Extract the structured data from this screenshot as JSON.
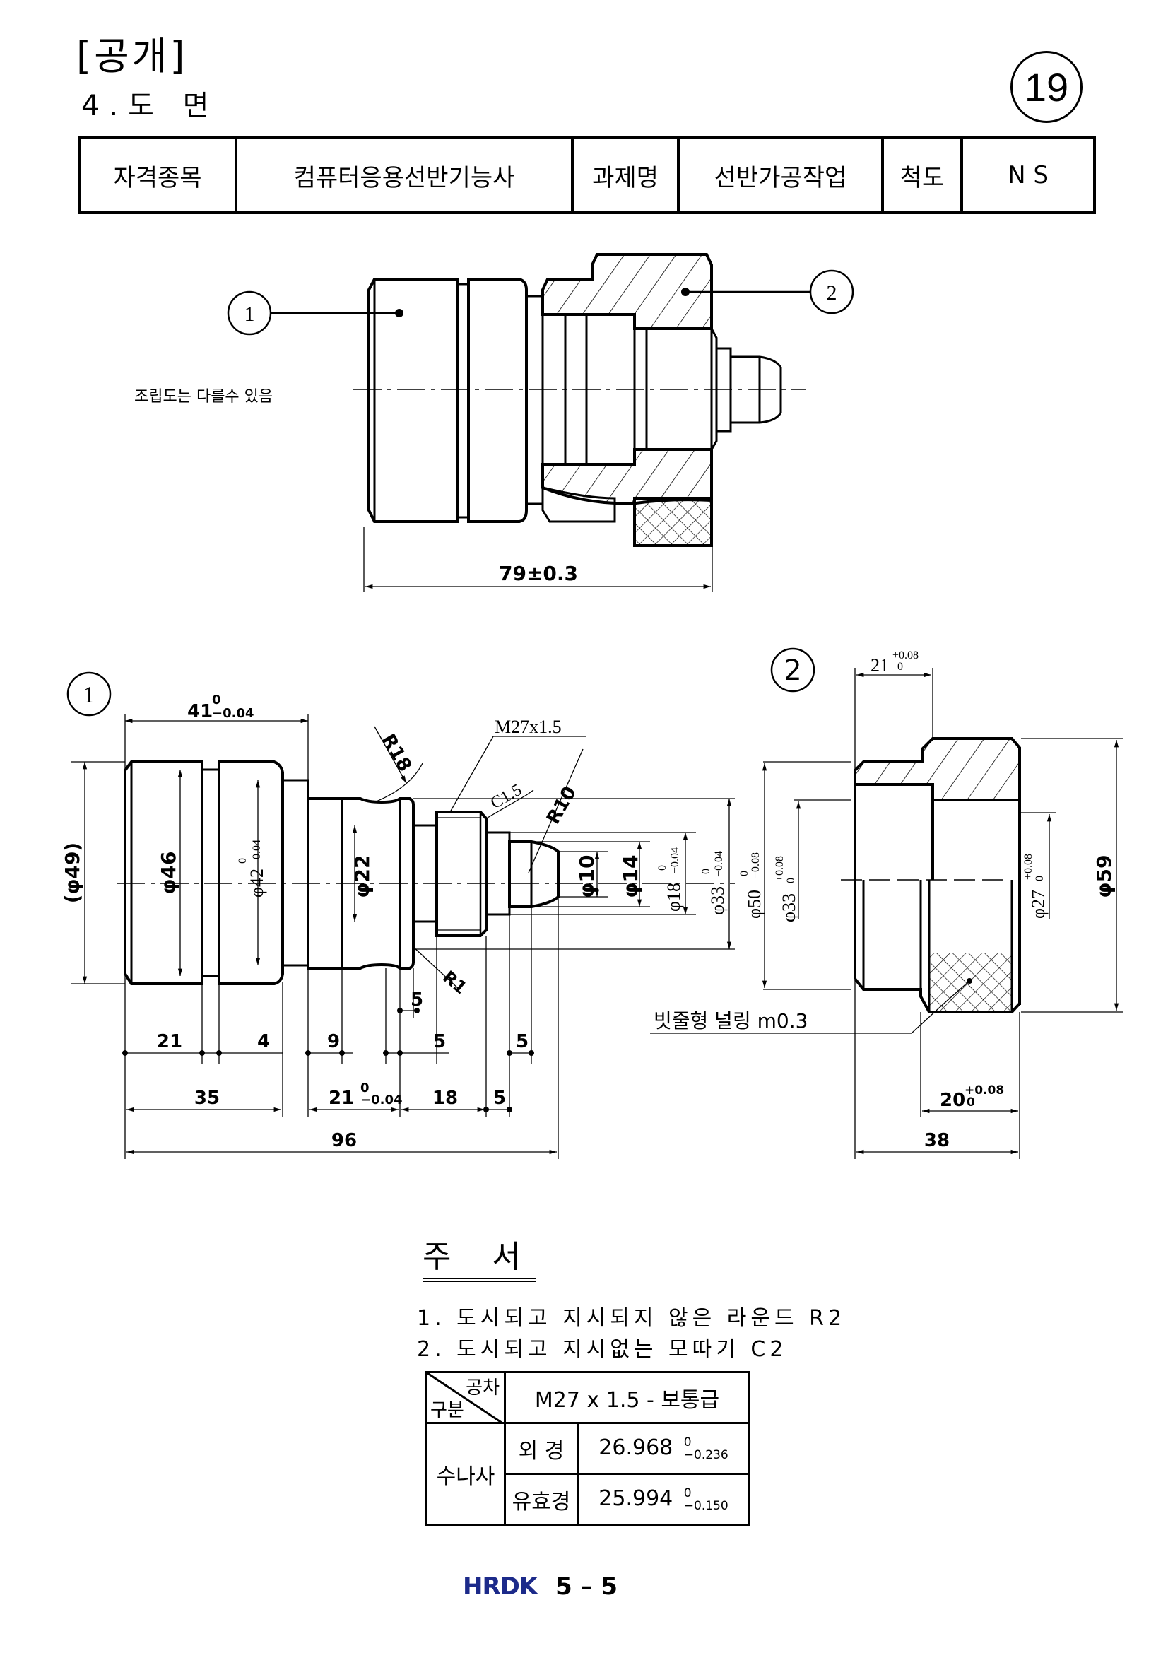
{
  "header": {
    "title": "[공개]",
    "subtitle": "4.도 면",
    "problem_number": "19"
  },
  "info_table": {
    "qualification_label": "자격종목",
    "qualification_value": "컴퓨터응용선반기능사",
    "task_label": "과제명",
    "task_value": "선반가공작업",
    "scale_label": "척도",
    "scale_value": "N S"
  },
  "assembly": {
    "balloon_1": "1",
    "balloon_2": "2",
    "note": "조립도는 다를수 있음",
    "overall_dim": "79±0.3"
  },
  "part1": {
    "balloon": "1",
    "dim_41": {
      "base": "41",
      "upper": "0",
      "lower": "−0.04"
    },
    "dia_49": "(φ49)",
    "dia_46": "φ46",
    "dia_42": {
      "base": "φ42",
      "upper": "0",
      "lower": "−0.04"
    },
    "dia_22": "φ22",
    "dia_10": "φ10",
    "dia_14": "φ14",
    "dia_18": {
      "base": "φ18",
      "upper": "0",
      "lower": "−0.04"
    },
    "dia_33": {
      "base": "φ33",
      "upper": "0",
      "lower": "−0.04"
    },
    "r18": "R18",
    "r10": "R10",
    "r1": "R1",
    "thread": "M27x1.5",
    "chamfer": "C1.5",
    "dims_row1": [
      "21",
      "4",
      "9",
      "5",
      "5"
    ],
    "dim_groove": "5",
    "dims_row2": {
      "d35": "35",
      "d21": {
        "base": "21",
        "upper": "0",
        "lower": "−0.04"
      },
      "d18": "18",
      "d5": "5"
    },
    "overall": "96"
  },
  "part2": {
    "balloon": "2",
    "dim_21": {
      "base": "21",
      "upper": "+0.08",
      "lower": "0"
    },
    "dia_50": {
      "base": "φ50",
      "upper": "0",
      "lower": "−0.08"
    },
    "dia_33": {
      "base": "φ33",
      "upper": "+0.08",
      "lower": "0"
    },
    "dia_27": {
      "base": "φ27",
      "upper": "+0.08",
      "lower": "0"
    },
    "dia_59": "φ59",
    "knurl": "빗줄형 널링 m0.3",
    "dim_20": {
      "base": "20",
      "upper": "+0.08",
      "lower": "0"
    },
    "overall": "38"
  },
  "notes": {
    "title": "주 서",
    "items": [
      "1. 도시되고 지시되지 않은 라운드 R2",
      "2. 도시되고 지시없는 모따기 C2"
    ]
  },
  "thread_table": {
    "corner_top": "공차",
    "corner_bottom": "구분",
    "header": "M27 x 1.5 - 보통급",
    "group": "수나사",
    "rows": [
      {
        "label": "외   경",
        "value": "26.968",
        "upper": "0",
        "lower": "−0.236"
      },
      {
        "label": "유효경",
        "value": "25.994",
        "upper": "0",
        "lower": "−0.150"
      }
    ]
  },
  "footer": {
    "logo": "HRDK",
    "page": "5 – 5",
    "logo_color": "#1c2a8a"
  }
}
